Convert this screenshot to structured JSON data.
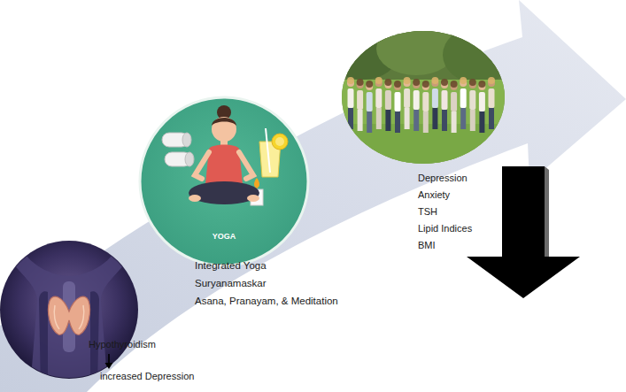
{
  "diagram": {
    "nodes": [
      {
        "text": [
          "Hypothyroidism",
          "increased Depression"
        ]
      },
      {
        "text": [
          "YOGA",
          "Integrated Yoga",
          "Suryanamaskar",
          "Asana, Pranayam, & Meditation"
        ]
      },
      {
        "text": [
          "Depression",
          "Anxiety",
          "TSH",
          "Lipid Indices",
          "BMI"
        ]
      }
    ]
  }
}
